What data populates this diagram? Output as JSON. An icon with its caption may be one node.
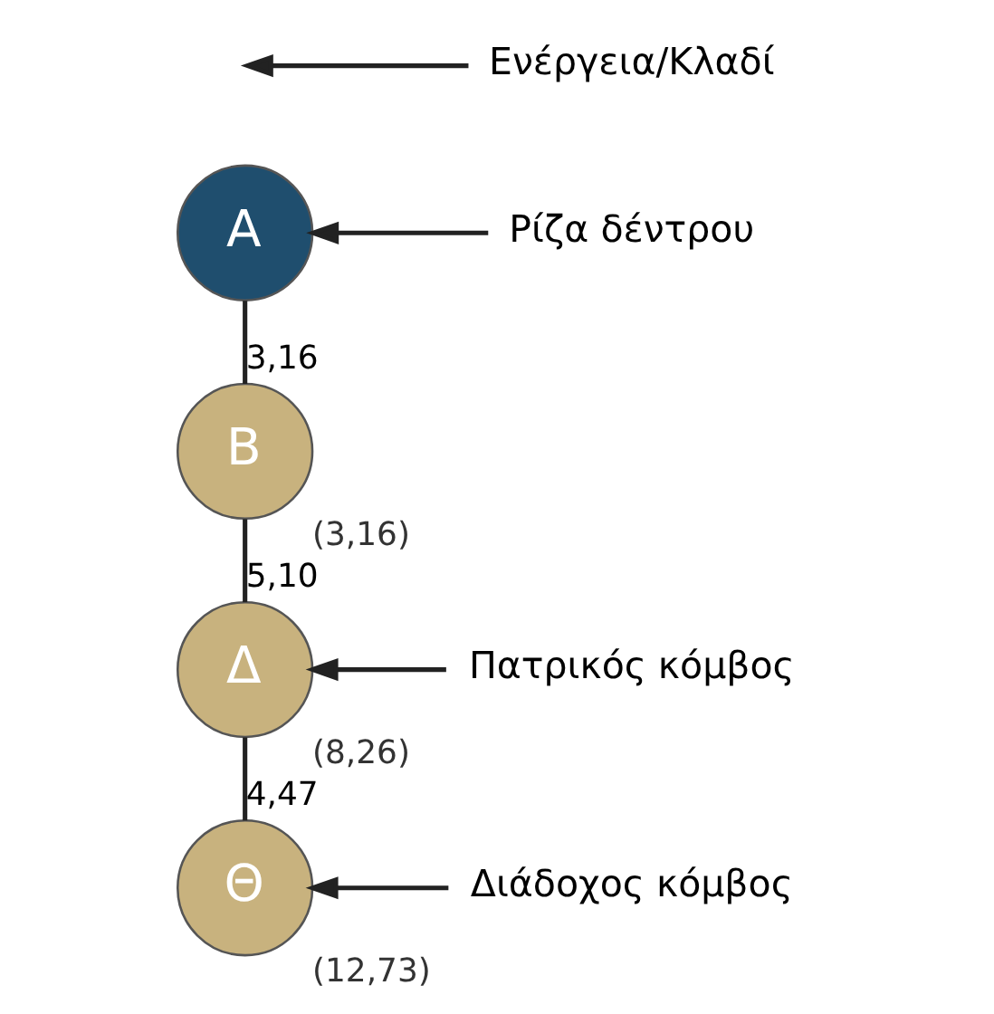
{
  "diagram": {
    "nodes": [
      {
        "text": [
          "A"
        ]
      },
      {
        "text": [
          "Ρίζα δέντρου"
        ]
      },
      {
        "text": [
          "Ενέργεια/Κλαδί"
        ]
      },
      {
        "text": [
          "B"
        ],
        "beside": [
          "(3,16)"
        ]
      },
      {
        "text": [
          "Δ"
        ],
        "beside": [
          "(8,26)"
        ]
      },
      {
        "text": [
          "Πατρικός κόμβος"
        ]
      },
      {
        "text": [
          "Θ"
        ],
        "beside": [
          "(12,73)"
        ]
      },
      {
        "text": [
          "Διάδοχος κόμβος"
        ]
      }
    ],
    "edges": [
      {
        "from": 1,
        "to": 0,
        "arrow": "to"
      },
      {
        "from": 0,
        "to": 3,
        "arrow": "none",
        "label": "3,16"
      },
      {
        "from": 2,
        "to": null,
        "arrow": "to"
      },
      {
        "from": 3,
        "to": 4,
        "arrow": "none",
        "label": "5,10"
      },
      {
        "from": 5,
        "to": 4,
        "arrow": "to"
      },
      {
        "from": 4,
        "to": 6,
        "arrow": "none",
        "label": "4,47"
      },
      {
        "from": 7,
        "to": 6,
        "arrow": "to"
      }
    ]
  }
}
